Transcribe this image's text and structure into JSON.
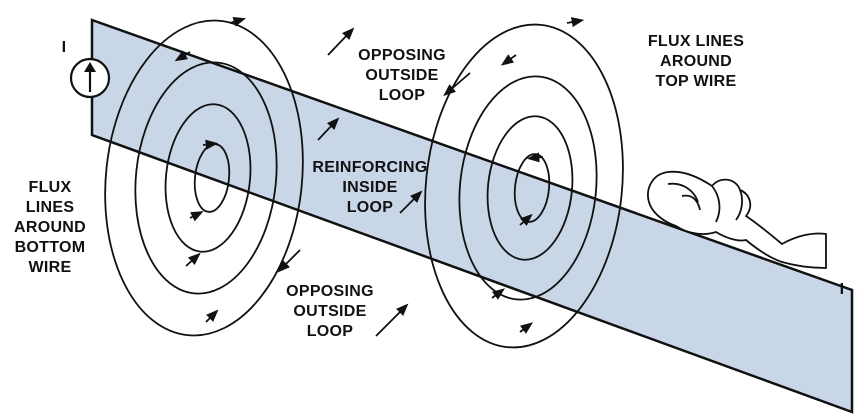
{
  "diagram": {
    "current_symbol_left": "I",
    "current_symbol_right": "I",
    "labels": {
      "opposing_outside_top": [
        "OPPOSING",
        "OUTSIDE",
        "LOOP"
      ],
      "flux_top_wire": [
        "FLUX LINES",
        "AROUND",
        "TOP WIRE"
      ],
      "reinforcing_inside": [
        "REINFORCING",
        "INSIDE",
        "LOOP"
      ],
      "flux_bottom_wire": [
        "FLUX",
        "LINES",
        "AROUND",
        "BOTTOM",
        "WIRE"
      ],
      "opposing_outside_bottom": [
        "OPPOSING",
        "OUTSIDE",
        "LOOP"
      ]
    },
    "colors": {
      "wire_fill": "#c9d6e8",
      "stroke": "#111111",
      "background": "#ffffff"
    }
  }
}
